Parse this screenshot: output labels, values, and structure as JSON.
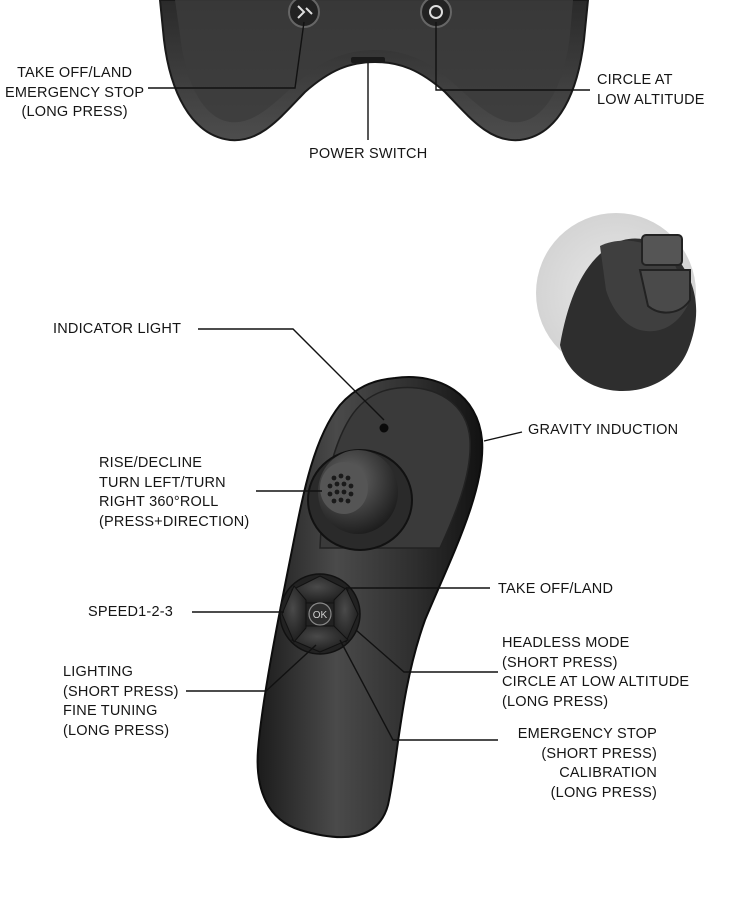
{
  "top_controller": {
    "left_label": [
      "TAKE OFF/LAND",
      "EMERGENCY STOP",
      "(LONG PRESS)"
    ],
    "right_label": [
      "CIRCLE AT",
      "LOW ALTITUDE"
    ],
    "power_label": "POWER SWITCH"
  },
  "remote": {
    "indicator": "INDICATOR LIGHT",
    "gravity": "GRAVITY INDUCTION",
    "joystick": [
      "RISE/DECLINE",
      "TURN LEFT/TURN",
      "RIGHT 360°ROLL",
      "(PRESS+DIRECTION)"
    ],
    "takeoff": "TAKE OFF/LAND",
    "speed": "SPEED1-2-3",
    "headless": [
      "HEADLESS MODE",
      "(SHORT PRESS)",
      "CIRCLE AT LOW ALTITUDE",
      "(LONG PRESS)"
    ],
    "lighting": [
      "LIGHTING",
      "(SHORT PRESS)",
      "FINE TUNING",
      "(LONG PRESS)"
    ],
    "emergency": [
      "EMERGENCY STOP",
      "(SHORT PRESS)",
      "CALIBRATION",
      "(LONG PRESS)"
    ],
    "ok_button": "OK"
  }
}
